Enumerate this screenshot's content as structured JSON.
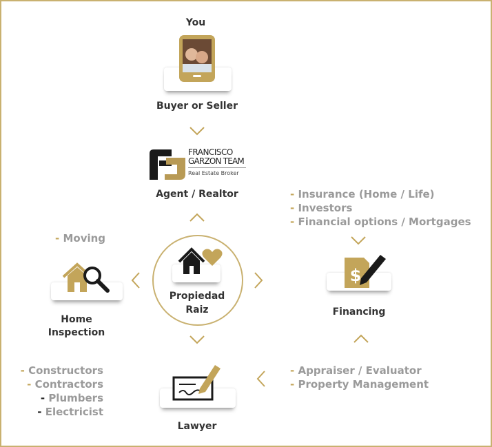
{
  "colors": {
    "gold": "#c3a55a",
    "border": "#c9b170",
    "text": "#333333",
    "list_text": "#9a9a9a"
  },
  "you": {
    "title": "You",
    "label": "Buyer or Seller",
    "icon": "phone-photo-icon"
  },
  "agent": {
    "logo_line1": "FRANCISCO",
    "logo_line2": "GARZON TEAM",
    "logo_line3": "Real Estate Broker",
    "label": "Agent / Realtor"
  },
  "center": {
    "line1": "Propiedad",
    "line2": "Raiz",
    "icon": "house-heart-icon"
  },
  "inspection": {
    "line1": "Home",
    "line2": "Inspection",
    "icon": "house-magnifier-icon",
    "notes": [
      "Moving"
    ]
  },
  "financing": {
    "label": "Financing",
    "icon": "dollar-document-pen-icon",
    "notes": [
      "Insurance (Home / Life)",
      "Investors",
      "Financial options / Mortgages"
    ]
  },
  "lawyer": {
    "label": "Lawyer",
    "icon": "check-signing-icon",
    "notes": [
      "Constructors",
      "Contractors",
      "Plumbers",
      "Electricist"
    ]
  },
  "appraiser": {
    "notes": [
      "Appraiser / Evaluator",
      "Property Management"
    ]
  },
  "dash": "-"
}
